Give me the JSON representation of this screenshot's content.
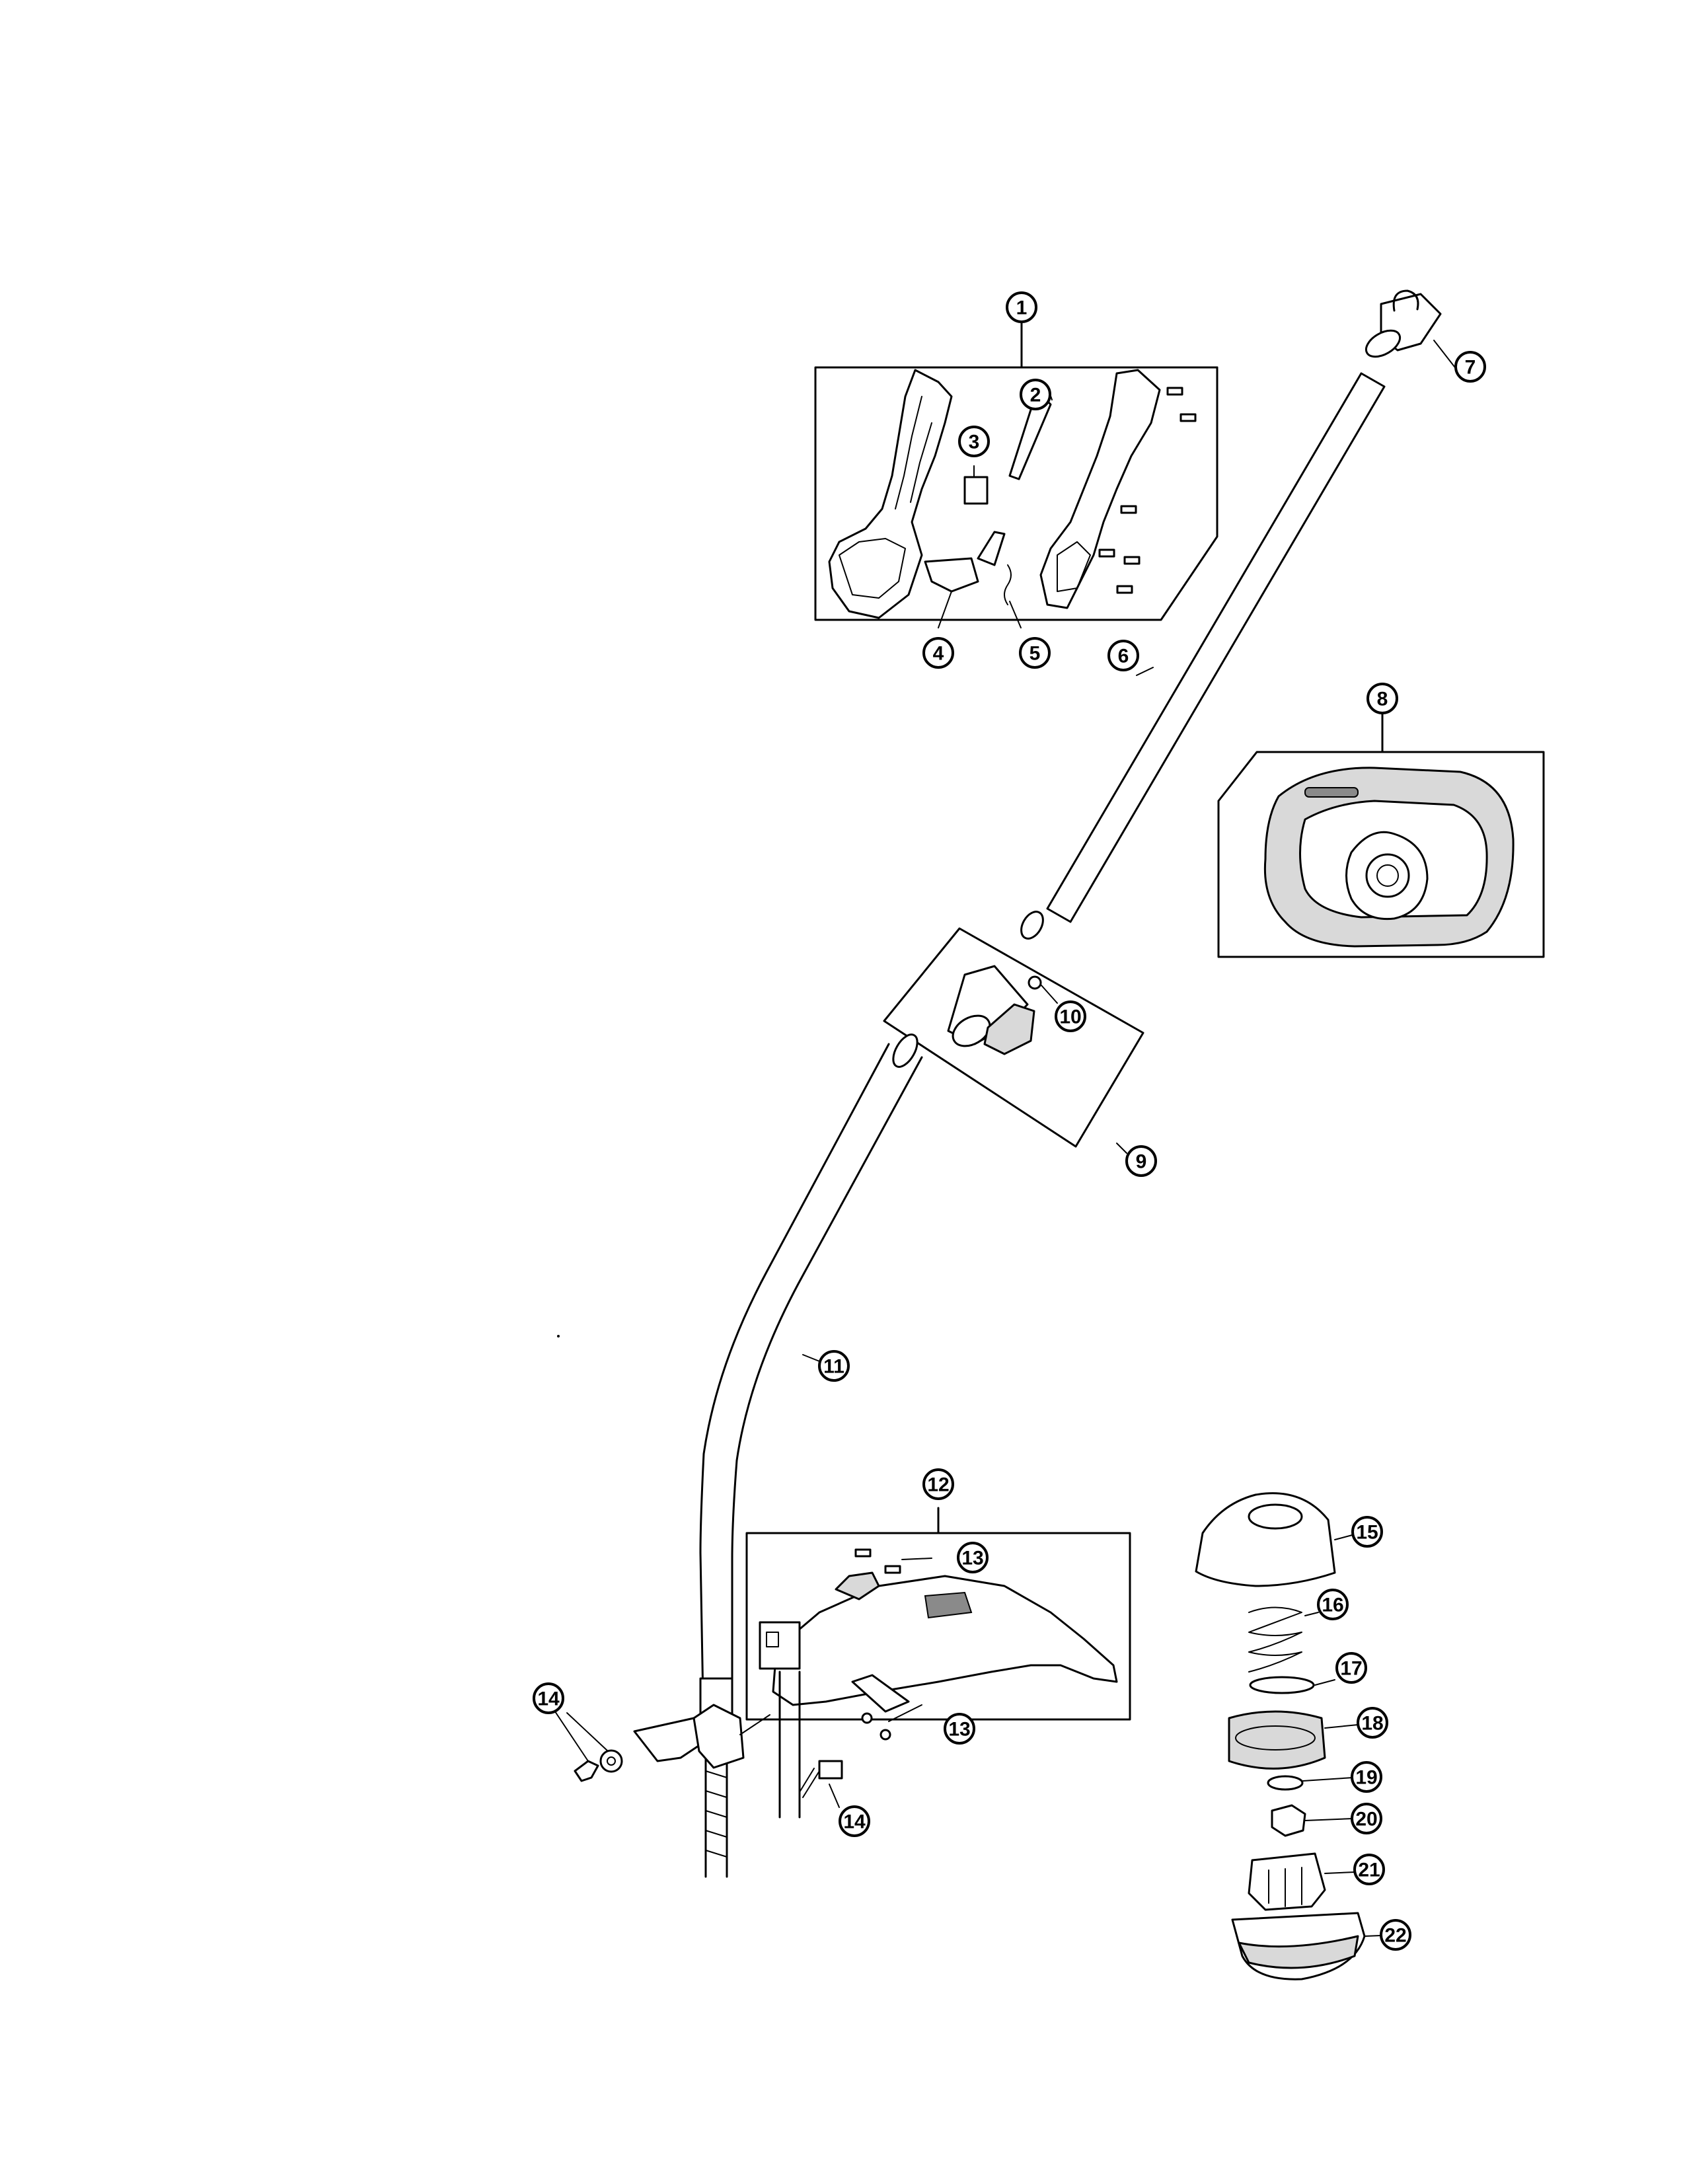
{
  "diagram": {
    "callouts": [
      {
        "id": "c1",
        "label": "1"
      },
      {
        "id": "c2",
        "label": "2"
      },
      {
        "id": "c3",
        "label": "3"
      },
      {
        "id": "c4",
        "label": "4"
      },
      {
        "id": "c5",
        "label": "5"
      },
      {
        "id": "c6",
        "label": "6"
      },
      {
        "id": "c7",
        "label": "7"
      },
      {
        "id": "c8",
        "label": "8"
      },
      {
        "id": "c9",
        "label": "9"
      },
      {
        "id": "c10",
        "label": "10"
      },
      {
        "id": "c11",
        "label": "11"
      },
      {
        "id": "c12",
        "label": "12"
      },
      {
        "id": "c13a",
        "label": "13"
      },
      {
        "id": "c13b",
        "label": "13"
      },
      {
        "id": "c14a",
        "label": "14"
      },
      {
        "id": "c14b",
        "label": "14"
      },
      {
        "id": "c15",
        "label": "15"
      },
      {
        "id": "c16",
        "label": "16"
      },
      {
        "id": "c17",
        "label": "17"
      },
      {
        "id": "c18",
        "label": "18"
      },
      {
        "id": "c19",
        "label": "19"
      },
      {
        "id": "c20",
        "label": "20"
      },
      {
        "id": "c21",
        "label": "21"
      },
      {
        "id": "c22",
        "label": "22"
      }
    ]
  }
}
